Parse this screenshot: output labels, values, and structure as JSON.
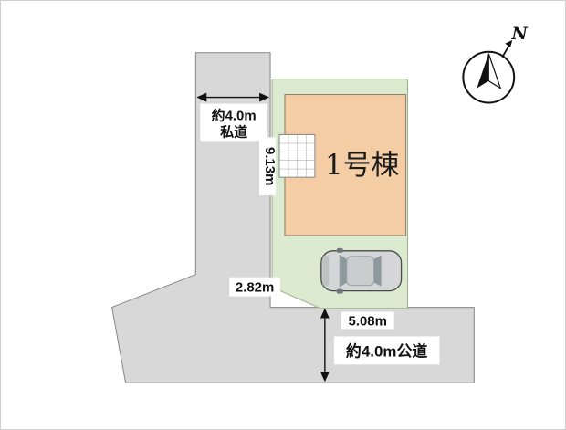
{
  "labels": {
    "building": "1号棟",
    "private_road_width": "約4.0m",
    "private_road_type": "私道",
    "lot_left_dim": "9.13m",
    "lot_diagonal_dim": "2.82m",
    "lot_bottom_dim": "5.08m",
    "public_road": "約4.0m公道",
    "compass_north": "N"
  },
  "colors": {
    "road_fill": "#d8d8d8",
    "lot_fill": "#dcead0",
    "building_fill": "#f5cda5",
    "grid_fill": "#ffffff",
    "car_body": "#d4d6d7",
    "text": "#111111"
  }
}
